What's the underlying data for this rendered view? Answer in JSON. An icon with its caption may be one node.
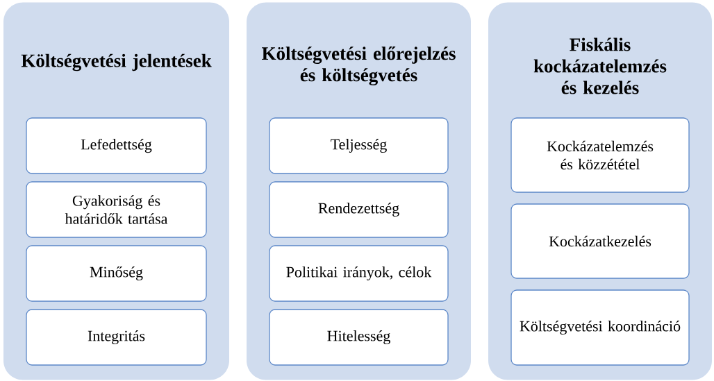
{
  "diagram": {
    "nodes": [
      {
        "text": [
          "Költségvetési jelentések"
        ]
      },
      {
        "text": [
          "Lefedettség"
        ],
        "in": 0
      },
      {
        "text": [
          "Gyakoriság és határidők tartása"
        ],
        "in": 0
      },
      {
        "text": [
          "Minőség"
        ],
        "in": 0
      },
      {
        "text": [
          "Integritás"
        ],
        "in": 0
      },
      {
        "text": [
          "Költségvetési előrejelzés és költségvetés"
        ]
      },
      {
        "text": [
          "Teljesség"
        ],
        "in": 5
      },
      {
        "text": [
          "Rendezettség"
        ],
        "in": 5
      },
      {
        "text": [
          "Politikai irányok, célok"
        ],
        "in": 5
      },
      {
        "text": [
          "Hitelesség"
        ],
        "in": 5
      },
      {
        "text": [
          "Fiskális kockázatelemzés és kezelés"
        ]
      },
      {
        "text": [
          "Kockázatelemzés és közzététel"
        ],
        "in": 10
      },
      {
        "text": [
          "Kockázatkezelés"
        ],
        "in": 10
      },
      {
        "text": [
          "Költségvetési koordináció"
        ],
        "in": 10
      }
    ]
  }
}
